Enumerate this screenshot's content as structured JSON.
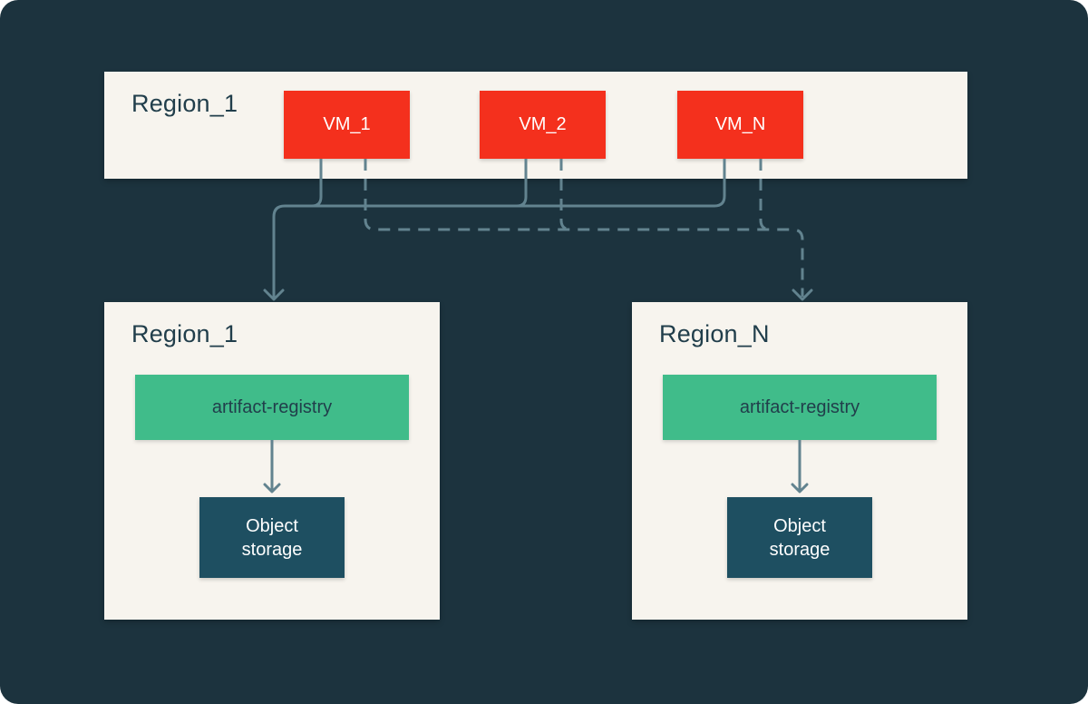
{
  "diagram": {
    "source_panel": {
      "title": "Region_1",
      "vms": [
        {
          "label": "VM_1"
        },
        {
          "label": "VM_2"
        },
        {
          "label": "VM_N"
        }
      ]
    },
    "target_regions": [
      {
        "title": "Region_1",
        "registry": "artifact-registry",
        "storage": "Object storage"
      },
      {
        "title": "Region_N",
        "registry": "artifact-registry",
        "storage": "Object storage"
      }
    ],
    "connections": [
      {
        "sources": [
          "VM_1",
          "VM_2",
          "VM_N"
        ],
        "target": "Region_1",
        "style": "solid"
      },
      {
        "sources": [
          "VM_1",
          "VM_2",
          "VM_N"
        ],
        "target": "Region_N",
        "style": "dashed"
      },
      {
        "sources": [
          "artifact-registry"
        ],
        "target": "Object storage",
        "region": "Region_1",
        "style": "solid"
      },
      {
        "sources": [
          "artifact-registry"
        ],
        "target": "Object storage",
        "region": "Region_N",
        "style": "solid"
      }
    ],
    "colors": {
      "background": "#1c333e",
      "panel": "#f7f4ee",
      "vm_box": "#f4301d",
      "registry_box": "#40bc8a",
      "storage_box": "#1e4f61",
      "connector": "#62838f",
      "title_text": "#213e4b",
      "light_text": "#ffffff"
    }
  }
}
